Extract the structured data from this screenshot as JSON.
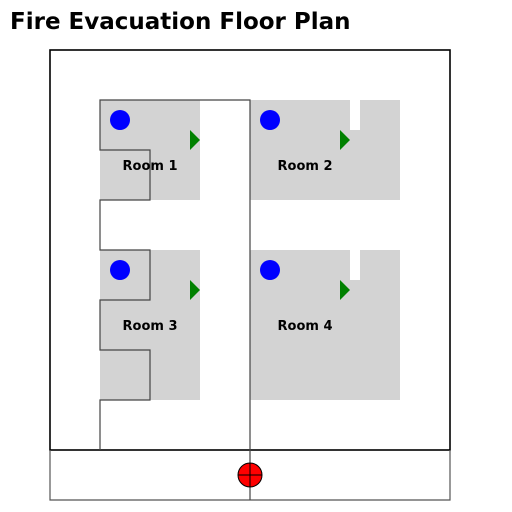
{
  "title": "Fire Evacuation Floor Plan",
  "colors": {
    "room_fill": "#d3d3d3",
    "wall": "#000000",
    "corridor_line": "#444444",
    "occupant_marker": "#0000ff",
    "exit_arrow": "#008000",
    "assembly_point": "#ff0000"
  },
  "rooms": [
    {
      "label": "Room 1"
    },
    {
      "label": "Room 2"
    },
    {
      "label": "Room 3"
    },
    {
      "label": "Room 4"
    }
  ],
  "icons": {
    "occupant": "blue-dot-icon",
    "exit_direction": "green-arrow-icon",
    "assembly_point": "red-crosshair-icon"
  }
}
